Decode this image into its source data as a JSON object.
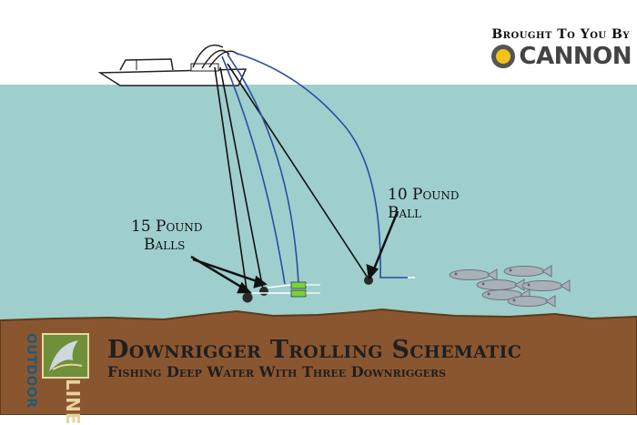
{
  "header": {
    "brought_by": "Brought To You By",
    "brand": "CANNON"
  },
  "labels": {
    "ten_pound": [
      "10 Pound",
      "Ball"
    ],
    "fifteen_pound": [
      "15 Pound",
      "Balls"
    ]
  },
  "footer": {
    "title": "Downrigger Trolling Schematic",
    "subtitle": "Fishing Deep Water With Three Downriggers",
    "badge_top": "OUTDOOR",
    "badge_bottom": "LINE"
  },
  "colors": {
    "water": "#9ecfcd",
    "ground": "#8a5630",
    "ground_edge": "#5e3a1c",
    "cable": "#111111",
    "line": "#2d4ca0",
    "lure": "#7bd23a",
    "fish": "#a8b0b8",
    "brand_yellow": "#f3c21b"
  },
  "icons": {
    "boat": "boat-icon",
    "ball": "weight-ball-icon",
    "fish": "fish-icon",
    "lure": "lure-icon",
    "brand": "cannon-logo-icon",
    "badge": "outdoor-line-badge-icon"
  }
}
